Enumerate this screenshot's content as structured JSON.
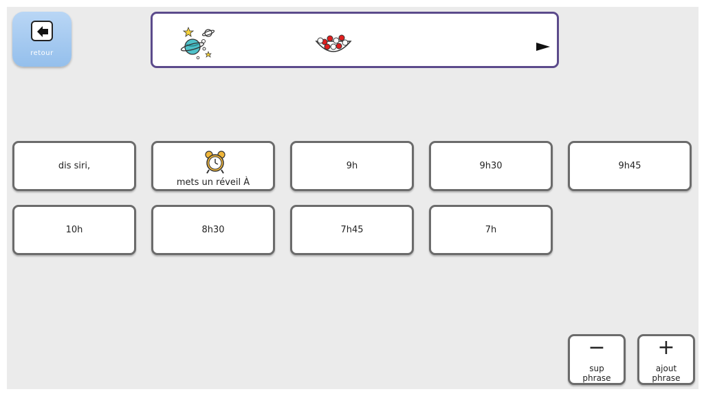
{
  "back_button": {
    "label": "retour",
    "icon": "arrow-left-icon"
  },
  "sentence_bar": {
    "symbols": [
      "space-planets-icon",
      "bowl-of-balls-icon"
    ],
    "play_icon": "play-arrow-icon"
  },
  "tiles": [
    {
      "label": "dis siri,"
    },
    {
      "label": "mets un réveil À",
      "icon": "alarm-clock-icon"
    },
    {
      "label": "9h"
    },
    {
      "label": "9h30"
    },
    {
      "label": "9h45"
    },
    {
      "label": "10h"
    },
    {
      "label": "8h30"
    },
    {
      "label": "7h45"
    },
    {
      "label": "7h"
    }
  ],
  "phrase_controls": {
    "remove": {
      "symbol": "−",
      "label_line1": "sup",
      "label_line2": "phrase"
    },
    "add": {
      "symbol": "+",
      "label_line1": "ajout",
      "label_line2": "phrase"
    }
  },
  "colors": {
    "back_button": "#a6caf0",
    "sentence_border": "#5b4a8b",
    "tile_border": "#6b6b6b",
    "background": "#ebebeb"
  }
}
